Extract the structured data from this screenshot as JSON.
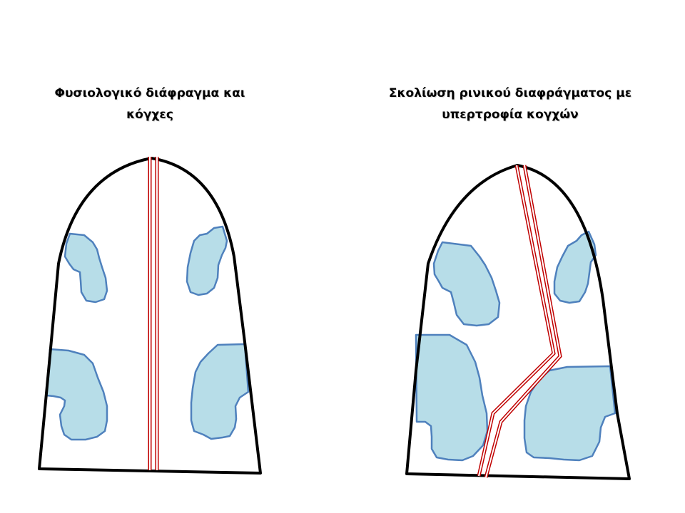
{
  "left_panel": {
    "title_line1": "Φυσιολογικό διάφραγμα και",
    "title_line2": "κόγχες"
  },
  "right_panel": {
    "title_line1": "Σκολίωση ρινικού διαφράγματος με",
    "title_line2": "υπερτροφία κογχών"
  },
  "colors": {
    "outline": "#000000",
    "septum": "#c00000",
    "turbinate_fill": "#b7dde8",
    "turbinate_stroke": "#4f81bd",
    "background": "#ffffff"
  }
}
